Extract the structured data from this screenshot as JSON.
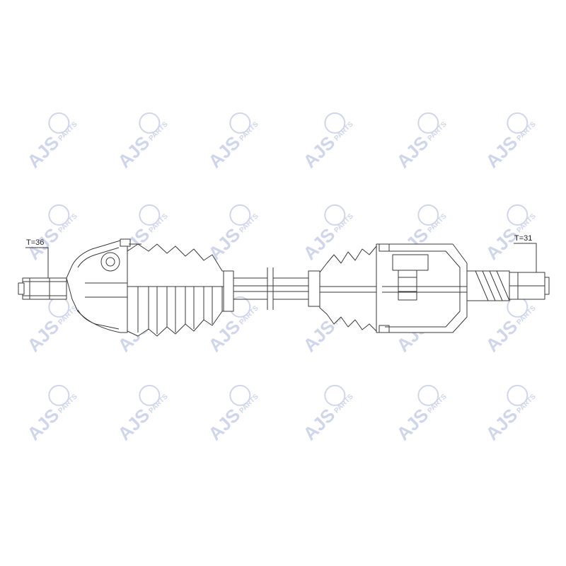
{
  "drawing": {
    "left_label": "T=36",
    "right_label": "T=31"
  },
  "watermark": {
    "brand": "AJS",
    "sub": "PARTS",
    "color": "#aab6d9"
  },
  "line_color": "#3a3a3a"
}
